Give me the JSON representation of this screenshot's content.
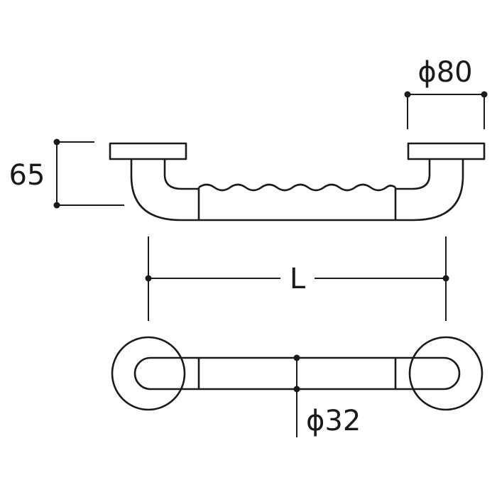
{
  "dimensions": {
    "base_diameter": "ϕ80",
    "height": "65",
    "length": "L",
    "bar_diameter": "ϕ32"
  }
}
